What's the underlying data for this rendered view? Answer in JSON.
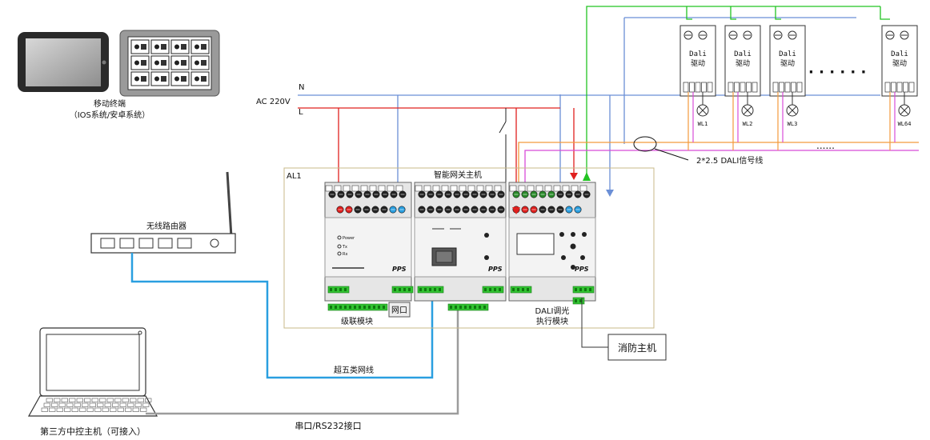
{
  "labels": {
    "mobile_terminal": "移动终端",
    "mobile_os": "（IOS系统/安卓系统）",
    "router": "无线路由器",
    "power_n": "N",
    "power_ac": "AC 220V",
    "power_l": "L",
    "panel_id": "AL1",
    "gateway": "智能网关主机",
    "cascade_module": "级联模块",
    "network_port": "网口",
    "dali_exec_1": "DALI调光",
    "dali_exec_2": "执行模块",
    "fire_host": "消防主机",
    "cat5e": "超五类网线",
    "serial": "串口/RS232接口",
    "third_party": "第三方中控主机（可接入）",
    "dali_signal_cable": "2*2.5 DALI信号线",
    "ellipsis_top": "· · · · · ·",
    "ellipsis_mid": "......",
    "brand": "PPS",
    "led_power": "Power",
    "led_tx": "Tx",
    "led_rx": "Rx"
  },
  "dali_drivers": [
    {
      "line1": "Dali",
      "line2": "驱动",
      "lamp": "WL1"
    },
    {
      "line1": "Dali",
      "line2": "驱动",
      "lamp": "WL2"
    },
    {
      "line1": "Dali",
      "line2": "驱动",
      "lamp": "WL3"
    },
    {
      "line1": "Dali",
      "line2": "驱动",
      "lamp": "WL64"
    }
  ],
  "colors": {
    "neutral": "#6b8fd6",
    "live": "#e0201e",
    "ground": "#22c322",
    "dali_orange": "#f39a3c",
    "dali_magenta": "#d84cd8",
    "ethernet": "#2a9fe0",
    "serial": "#9c9c9c",
    "panel_border": "#c8b88a"
  }
}
